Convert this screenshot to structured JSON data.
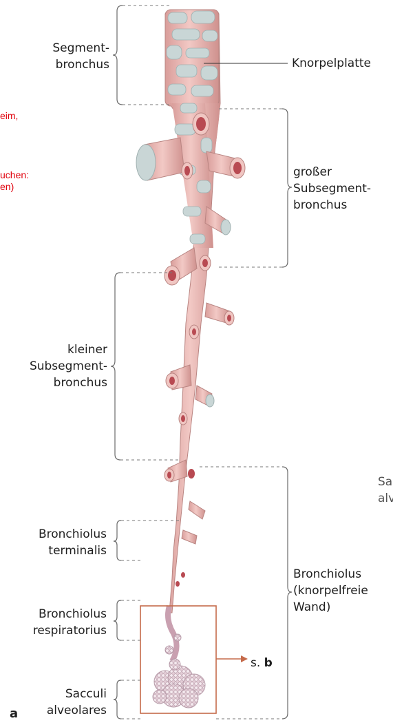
{
  "labels": {
    "segmentbronchus": "Segment-\nbronchus",
    "knorpelplatte": "Knorpelplatte",
    "grosser_subsegment": "großer\nSubsegment-\nbronchus",
    "kleiner_subsegment": "kleiner\nSubsegment-\nbronchus",
    "bronchiolus": "Bronchiolus\n(knorpelfreie\nWand)",
    "terminalis": "Bronchiolus\nterminalis",
    "respiratorius": "Bronchiolus\nrespiratorius",
    "sacculi": "Sacculi\nalveolares",
    "cut_right": "Sa\nalv",
    "ref_prefix": "s.",
    "ref_letter": "b",
    "panel": "a"
  },
  "overlay_notes": {
    "line1": "eim,",
    "line2": "uchen:\nen)"
  },
  "colors": {
    "tissue": "#e8b4b0",
    "tissue_dark": "#c98c88",
    "cartilage": "#c9d6d6",
    "lumen": "#b84a52",
    "bracket": "#6a6a6a",
    "highlight_box": "#c56a4a",
    "alveoli": "#e7d4dc",
    "note_red": "#e0000b"
  }
}
